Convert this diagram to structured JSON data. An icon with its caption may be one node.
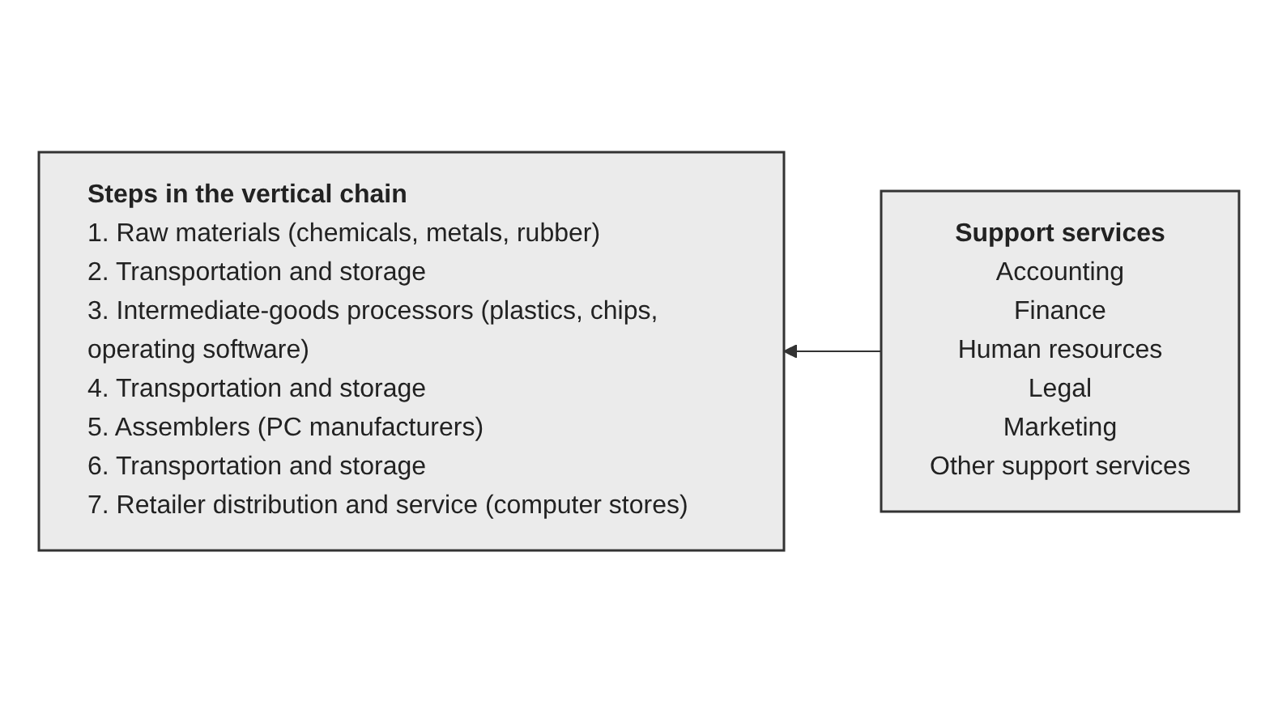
{
  "diagram": {
    "nodes": [
      {
        "text": [
          "Steps in the vertical chain",
          "1. Raw materials (chemicals, metals, rubber)",
          "2. Transportation and storage",
          "3. Intermediate-goods processors (plastics, chips, operating software)",
          "4. Transportation and storage",
          "5. Assemblers (PC manufacturers)",
          "6. Transportation and storage",
          "7. Retailer distribution and service (computer stores)"
        ]
      },
      {
        "text": [
          "Support services",
          "Accounting",
          "Finance",
          "Human resources",
          "Legal",
          "Marketing",
          "Other support services"
        ]
      }
    ],
    "edges": [
      {
        "from": 1,
        "to": 0,
        "arrow": "to"
      }
    ]
  }
}
